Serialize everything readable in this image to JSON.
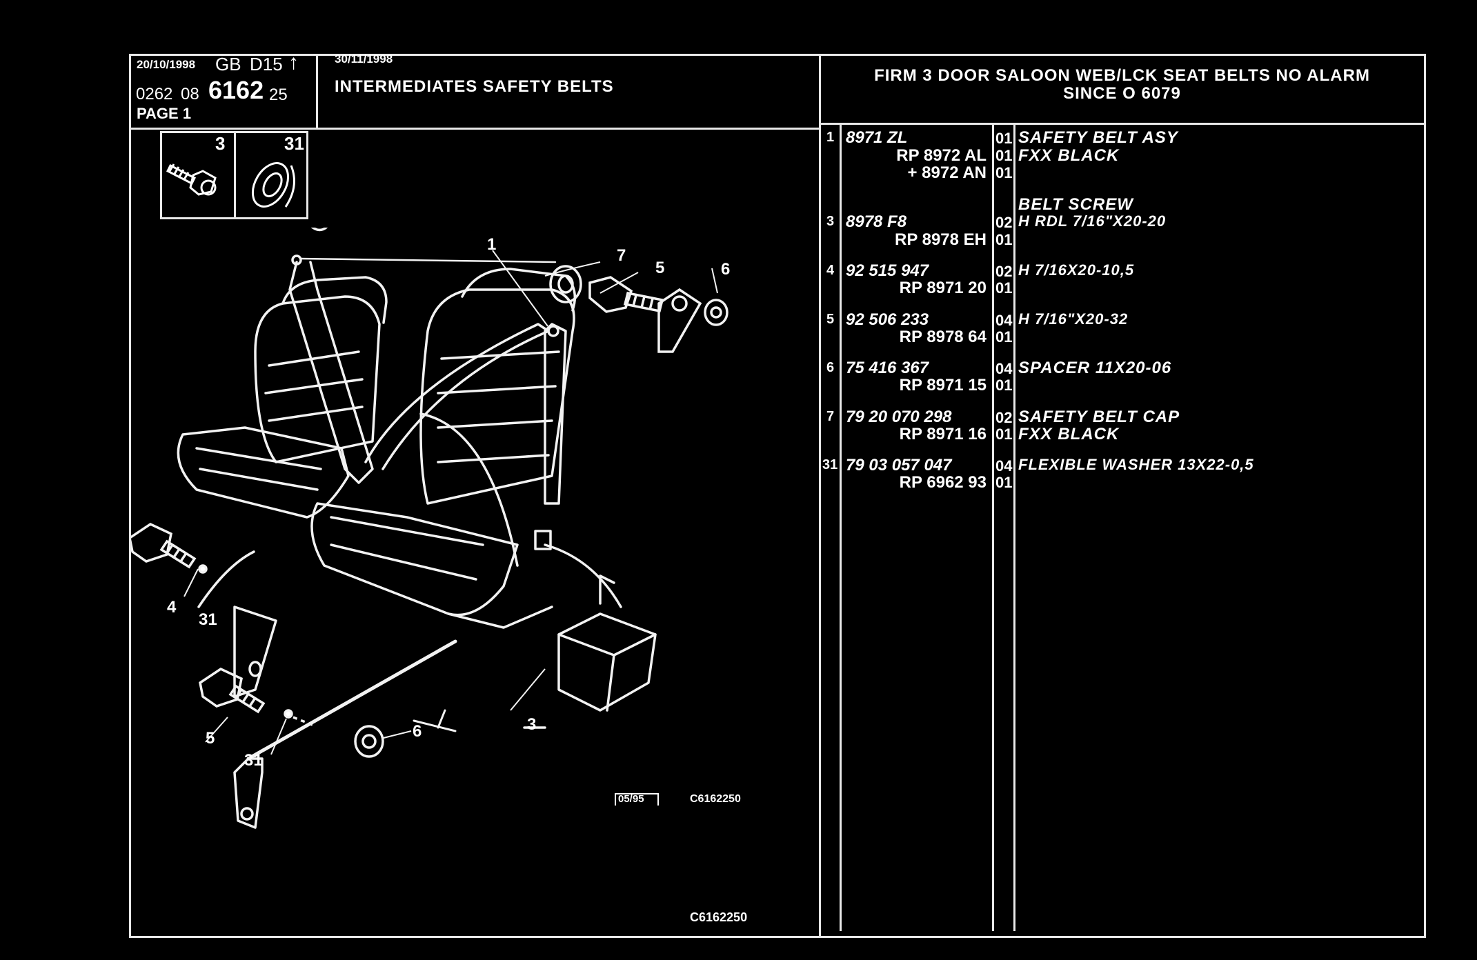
{
  "header": {
    "date": "20/10/1998",
    "market": "GB",
    "code": "D15",
    "arrow": "↑",
    "ref_prefix_1": "0262",
    "ref_prefix_2": "08",
    "ref_main": "6162",
    "ref_suffix": "25",
    "page": "PAGE 1",
    "update_date": "30/11/1998",
    "section_title": "INTERMEDIATES SAFETY BELTS",
    "model_title_line1": "FIRM 3 DOOR SALOON WEB/LCK SEAT BELTS NO ALARM",
    "model_title_line2": "SINCE O   6079"
  },
  "inset": {
    "left_number": "3",
    "right_number": "31"
  },
  "diagram": {
    "callouts": {
      "c1": "1",
      "c7": "7",
      "c5": "5",
      "c6": "6",
      "c4": "4",
      "c31a": "31",
      "c5b": "5",
      "c31b": "31",
      "c6b": "6",
      "c3": "3"
    },
    "stamp_date": "05/95",
    "stamp_code": "C6162250",
    "footer_code": "C6162250"
  },
  "parts": [
    {
      "item": "1",
      "ref": "8971 ZL",
      "qty": "01",
      "desc": "SAFETY BELT ASY",
      "sub": [
        {
          "rp": "RP  8972 AL",
          "qty": "01",
          "desc": "FXX BLACK"
        },
        {
          "rp": "+  8972 AN",
          "qty": "01",
          "desc": ""
        }
      ]
    },
    {
      "item": "3",
      "ref": "8978 F8",
      "qty": "02",
      "desc": "H RDL 7/16\"X20-20",
      "pre_desc": "BELT SCREW",
      "sub": [
        {
          "rp": "RP  8978 EH",
          "qty": "01",
          "desc": ""
        }
      ]
    },
    {
      "item": "4",
      "ref": "92 515 947",
      "qty": "02",
      "desc": "H 7/16X20-10,5",
      "sub": [
        {
          "rp": "RP  8971 20",
          "qty": "01",
          "desc": ""
        }
      ]
    },
    {
      "item": "5",
      "ref": "92 506 233",
      "qty": "04",
      "desc": "H 7/16\"X20-32",
      "sub": [
        {
          "rp": "RP  8978 64",
          "qty": "01",
          "desc": ""
        }
      ]
    },
    {
      "item": "6",
      "ref": "75 416 367",
      "qty": "04",
      "desc": "SPACER 11X20-06",
      "sub": [
        {
          "rp": "RP  8971 15",
          "qty": "01",
          "desc": ""
        }
      ]
    },
    {
      "item": "7",
      "ref": "79 20 070 298",
      "qty": "02",
      "desc": "SAFETY BELT CAP",
      "sub": [
        {
          "rp": "RP  8971 16",
          "qty": "01",
          "desc": "FXX BLACK"
        }
      ]
    },
    {
      "item": "31",
      "ref": "79 03 057 047",
      "qty": "04",
      "desc": "FLEXIBLE WASHER 13X22-0,5",
      "sub": [
        {
          "rp": "RP  6962 93",
          "qty": "01",
          "desc": ""
        }
      ]
    }
  ]
}
